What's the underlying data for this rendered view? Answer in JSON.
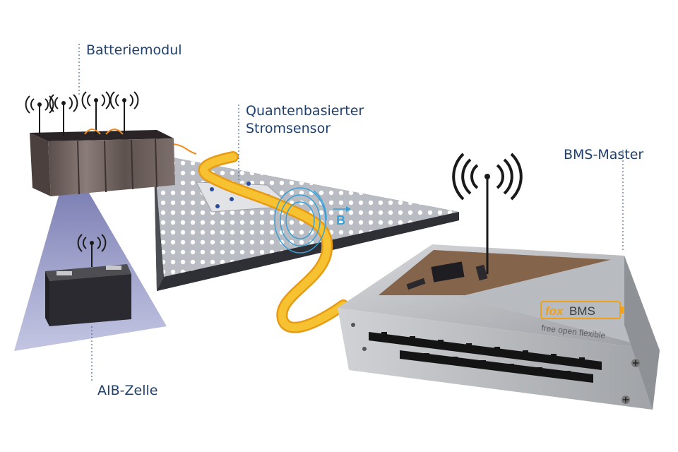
{
  "labels": {
    "battery_module": "Batteriemodul",
    "quantum_sensor_line1": "Quantenbasierter",
    "quantum_sensor_line2": "Stromsensor",
    "bms_master": "BMS-Master",
    "aib_cell": "AIB-Zelle"
  },
  "field_symbol": "B",
  "logo": {
    "brand_left": "fox",
    "brand_right": "BMS",
    "tagline": "free open flexible"
  },
  "colors": {
    "label_text": "#1f3f6e",
    "cable": "#f5b71c",
    "field_lines": "#3aa0d8",
    "plate": "#b9bcc2",
    "cell_cone": "#8a8fc2",
    "battery_box": "#6b5f5c",
    "master_case": "#c9cbce",
    "logo_accent": "#f0a019"
  }
}
